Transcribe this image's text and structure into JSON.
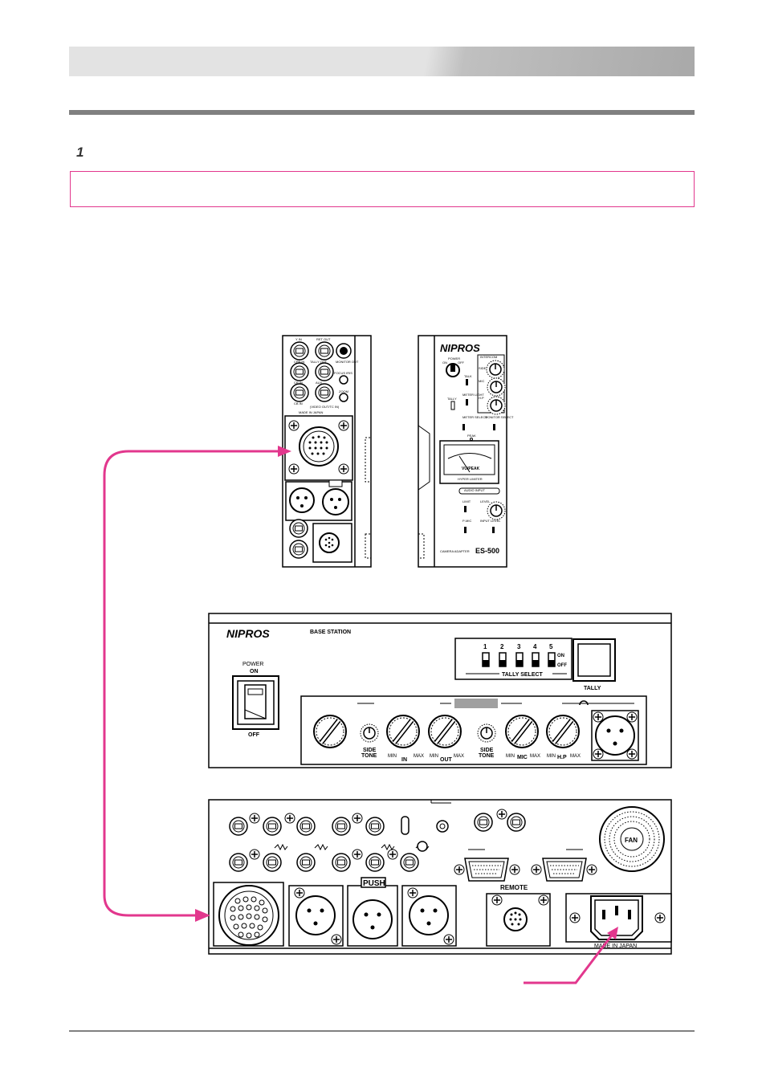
{
  "page": {
    "step_number": "1"
  },
  "camera_adapter_side": {
    "labels": [
      "Y IN",
      "RET OUT",
      "CPB IN",
      "TALLY OUT",
      "MONITOR OUT",
      "CR IN",
      "FOCUS IRIS",
      "CB IN",
      "AUX",
      "ZOOM",
      "(VIDEO OUT/TC IN)",
      "MADE IN JAPAN"
    ]
  },
  "camera_adapter_front": {
    "brand": "NIPROS",
    "model": "ES-500",
    "model_caption": "CAMERA ADAPTER",
    "power_label": "POWER",
    "power_on": "ON",
    "power_off": "OFF",
    "intercom_label": "INTERCOM",
    "side_tone": "SIDE TONE",
    "talk": "TALK",
    "mic": "MIC",
    "hp": "H.P",
    "meter_light": "METER LIGHT",
    "tally": "TALLY",
    "meter_select": "METER SELECT",
    "monitor_select": "MONITOR SELECT",
    "peak": "PEAK",
    "meter_face": "VU/PEAK",
    "hyper_limiter": "HYPER LIMITER",
    "audio_input": "AUDIO INPUT",
    "limit": "LIMIT",
    "level": "LEVEL",
    "p_mic": "P-MIC",
    "input_level": "INPUT LEVEL"
  },
  "base_station_front": {
    "brand": "NIPROS",
    "title": "BASE STATION",
    "power_label": "POWER",
    "power_on": "ON",
    "power_off": "OFF",
    "tally_numbers": [
      "1",
      "2",
      "3",
      "4",
      "5"
    ],
    "tally_on": "ON",
    "tally_off": "OFF",
    "tally_select": "TALLY SELECT",
    "tally_button": "TALLY",
    "knobs": [
      {
        "label": "SIDE",
        "label2": "TONE"
      },
      {
        "label": "IN",
        "min": "MIN",
        "max": "MAX"
      },
      {
        "label": "OUT",
        "min": "MIN",
        "max": "MAX"
      },
      {
        "label": "SIDE",
        "label2": "TONE"
      },
      {
        "label": "MIC",
        "min": "MIN",
        "max": "MAX"
      },
      {
        "label": "H.P",
        "min": "MIN",
        "max": "MAX"
      }
    ]
  },
  "base_station_rear": {
    "push_label": "PUSH",
    "remote_label": "REMOTE",
    "fan_label": "FAN",
    "made_in": "MADE IN JAPAN"
  },
  "colors": {
    "cable": "#e2378d",
    "rule": "#808080"
  }
}
